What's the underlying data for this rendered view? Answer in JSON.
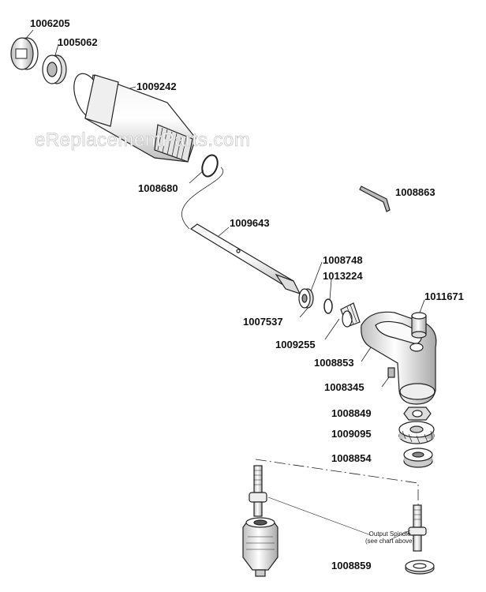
{
  "watermark": "eReplacementParts.com",
  "labels": {
    "p1006205": "1006205",
    "p1005062": "1005062",
    "p1009242": "1009242",
    "p1008680": "1008680",
    "p1008863": "1008863",
    "p1009643": "1009643",
    "p1008748": "1008748",
    "p1013224": "1013224",
    "p1011671": "1011671",
    "p1007537": "1007537",
    "p1009255": "1009255",
    "p1008853": "1008853",
    "p1008345": "1008345",
    "p1008849": "1008849",
    "p1009095": "1009095",
    "p1008854": "1008854",
    "p1008859": "1008859"
  },
  "note": {
    "line1": "Output Spindle",
    "line2": "(see chart above)"
  },
  "colors": {
    "stroke": "#222222",
    "fill": "#ffffff",
    "shade": "#d9d9d9"
  }
}
